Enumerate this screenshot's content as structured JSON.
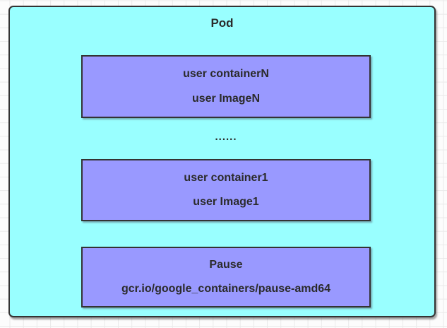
{
  "diagram": {
    "title": "Pod",
    "ellipsis": "......",
    "containers": [
      {
        "name": "user containerN",
        "image": "user ImageN"
      },
      {
        "name": "user container1",
        "image": "user Image1"
      },
      {
        "name": "Pause",
        "image": "gcr.io/google_containers/pause-amd64"
      }
    ],
    "colors": {
      "pod_fill": "#99FFFF",
      "container_fill": "#9999FF",
      "border": "#333333",
      "text": "#2B2B2B",
      "grid_line": "#EAEAEA",
      "canvas_bg": "#FCFCFC"
    }
  }
}
